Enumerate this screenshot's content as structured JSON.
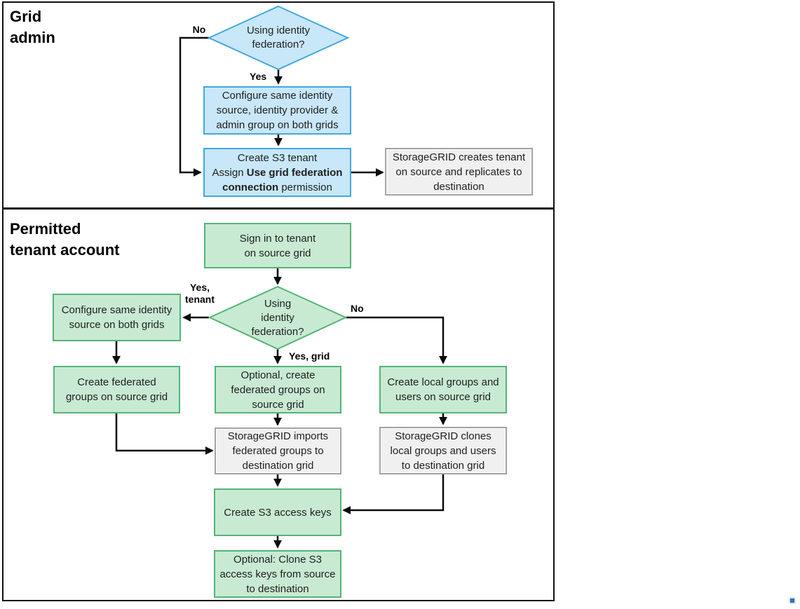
{
  "colors": {
    "blue_fill": "#c8e7f8",
    "blue_border": "#41a8dc",
    "green_fill": "#c8ead3",
    "green_border": "#53b476",
    "gray_fill": "#f0f0f0",
    "gray_border": "#a3a3a3",
    "connector": "#0a0a0a",
    "text": "#1f1f1f",
    "handle_dot": "#2e74b9"
  },
  "grid_admin": {
    "title": "Grid\nadmin",
    "decision_label": "Using  identity\nfederation?",
    "edge_no": "No",
    "edge_yes": "Yes",
    "box_configure": "Configure same identity\nsource, identity provider &\nadmin group on both grids",
    "box_create_tenant": {
      "line1": "Create S3 tenant",
      "assign_prefix": "Assign ",
      "permission_bold": "Use grid federation connection",
      "permission_suffix": " permission"
    },
    "box_replicates": "StorageGRID creates tenant\non source and replicates to\ndestination"
  },
  "permitted_tenant": {
    "title": "Permitted\ntenant account",
    "box_sign_in": "Sign in to tenant\non source grid",
    "decision_label": "Using\nidentity\nfederation?",
    "edge_yes_tenant": "Yes,\ntenant",
    "edge_no": "No",
    "edge_yes_grid": "Yes, grid",
    "box_configure_source": "Configure same identity\nsource on both grids",
    "box_create_federated": "Create federated\ngroups on source grid",
    "box_optional_create": "Optional, create\nfederated groups on\nsource grid",
    "box_create_local": "Create local groups and\nusers on source grid",
    "box_imports": "StorageGRID imports\nfederated groups to\ndestination grid",
    "box_clones": "StorageGRID clones\nlocal groups and users\nto destination grid",
    "box_create_keys": "Create S3 access keys",
    "box_optional_clone": "Optional: Clone S3\naccess keys from source\nto destination"
  }
}
